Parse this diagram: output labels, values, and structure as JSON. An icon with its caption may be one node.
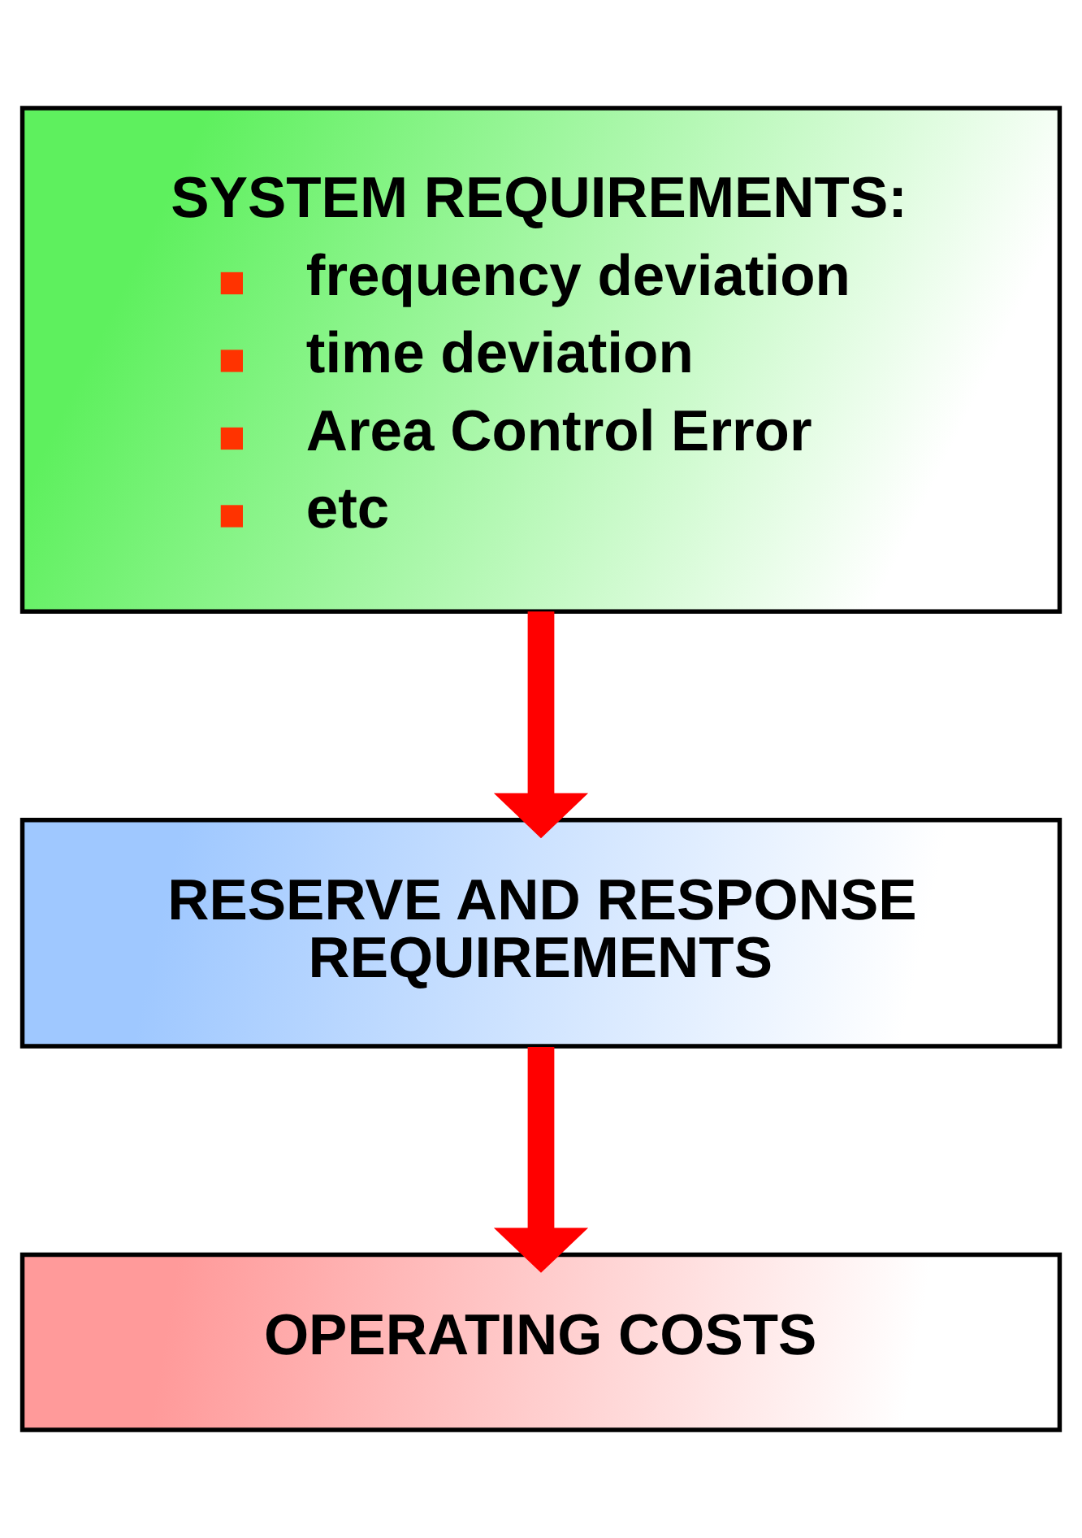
{
  "diagram": {
    "nodes": [
      {
        "text": [
          "SYSTEM REQUIREMENTS:",
          "frequency deviation",
          "time deviation",
          "Area Control Error",
          "etc"
        ]
      },
      {
        "text": [
          "RESERVE AND RESPONSE REQUIREMENTS"
        ]
      },
      {
        "text": [
          "OPERATING COSTS"
        ]
      }
    ],
    "edges": [
      {
        "from": 0,
        "to": 1,
        "arrow": "to"
      },
      {
        "from": 1,
        "to": 2,
        "arrow": "to"
      }
    ]
  }
}
